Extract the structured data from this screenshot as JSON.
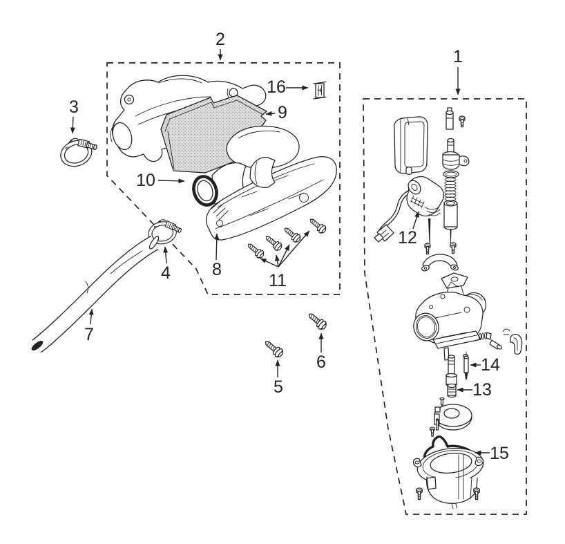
{
  "figure": {
    "colors": {
      "line": "#222222",
      "filter_fill": "#e0e0e0",
      "background": "#ffffff"
    },
    "callouts": [
      {
        "label": "1"
      },
      {
        "label": "2"
      },
      {
        "label": "3"
      },
      {
        "label": "4"
      },
      {
        "label": "5"
      },
      {
        "label": "6"
      },
      {
        "label": "7"
      },
      {
        "label": "8"
      },
      {
        "label": "9"
      },
      {
        "label": "10"
      },
      {
        "label": "11"
      },
      {
        "label": "12"
      },
      {
        "label": "13"
      },
      {
        "label": "14"
      },
      {
        "label": "15"
      },
      {
        "label": "16"
      }
    ]
  }
}
